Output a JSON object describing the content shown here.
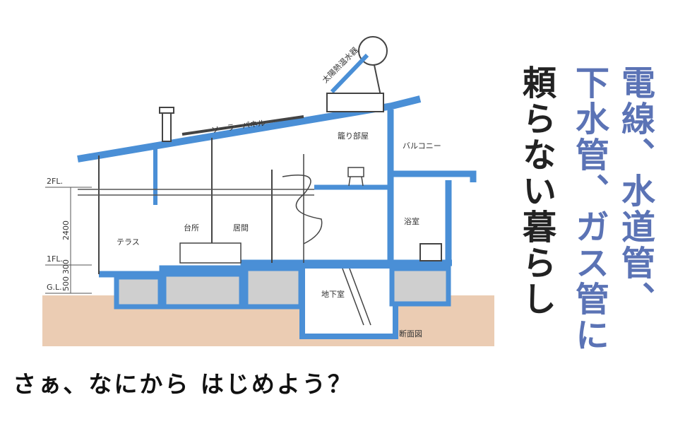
{
  "headline": {
    "line1": "電線、水道管、",
    "line2": "下水管、ガス管に",
    "line3": "頼らない暮らし"
  },
  "tagline": "さぁ、なにから はじめよう？",
  "diagram": {
    "solar_water_heater": "太陽熱温水器",
    "solar_panel": "ソーラーパネル",
    "loft": "籠り部屋",
    "balcony": "バルコニー",
    "terrace": "テラス",
    "kitchen": "台所",
    "living": "居間",
    "bath": "浴室",
    "basement": "地下室",
    "section": "断面図",
    "level_2fl": "2FL.",
    "level_1fl": "1FL.",
    "level_gl": "G.L.",
    "dim_2400": "2400",
    "dim_300": "300",
    "dim_500": "500"
  },
  "colors": {
    "structure": "#4a8fd6",
    "ground": "#e7c3a6",
    "foundation": "#cfcfcf",
    "headline_blue": "#5b73b5"
  }
}
